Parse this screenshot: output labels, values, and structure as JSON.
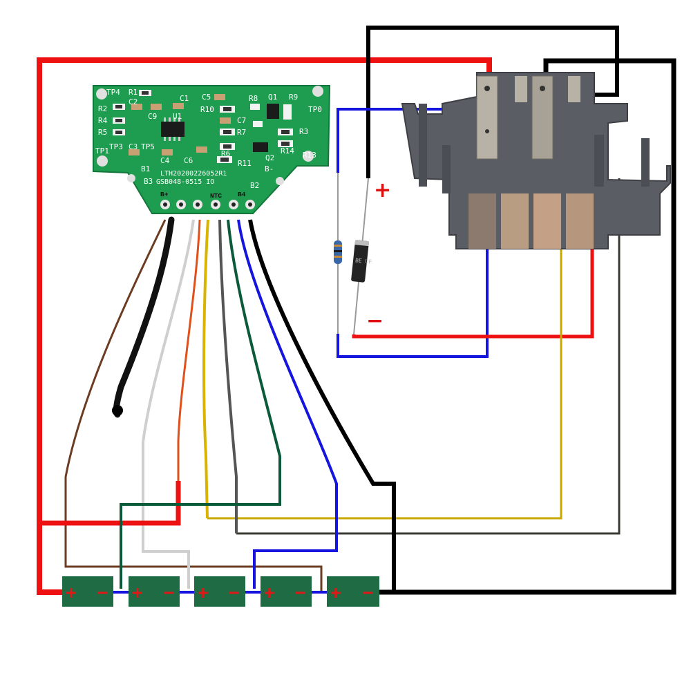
{
  "pcb": {
    "silkscreen": {
      "TP4": "TP4",
      "R1": "R1",
      "C2": "C2",
      "R2": "R2",
      "R4": "R4",
      "R5": "R5",
      "C9": "C9",
      "C1": "C1",
      "U1": "U1",
      "C5": "C5",
      "R10": "R10",
      "R8": "R8",
      "Q1": "Q1",
      "R9": "R9",
      "TP0": "TP0",
      "C7": "C7",
      "R7": "R7",
      "R3": "R3",
      "TP1": "TP1",
      "TP3": "TP3",
      "C3": "C3",
      "TP5": "TP5",
      "C4": "C4",
      "C6": "C6",
      "R6": "R6",
      "Q2": "Q2",
      "R14": "R14",
      "R13": "R13",
      "R11": "R11",
      "B1": "B1",
      "B_minus": "B-",
      "B3": "B3",
      "B2": "B2",
      "B_plus": "B+",
      "NTC": "NTC",
      "B4": "B4",
      "part_line1": "LTH20200226052R1",
      "part_line2": "GSB048-0515 IO"
    }
  },
  "terminal_block": {
    "plus_sign": "+",
    "minus_sign": "−"
  },
  "diode": {
    "marking": "BE UF"
  },
  "cells": [
    {
      "plus": "+",
      "minus": "−"
    },
    {
      "plus": "+",
      "minus": "−"
    },
    {
      "plus": "+",
      "minus": "−"
    },
    {
      "plus": "+",
      "minus": "−"
    },
    {
      "plus": "+",
      "minus": "−"
    }
  ],
  "colors": {
    "red": "#ee1111",
    "black": "#000000",
    "blue": "#1515dd",
    "brown": "#6b3b22",
    "white": "#d0d0d0",
    "orange": "#e0501a",
    "yellow": "#d8b300",
    "gray": "#555555",
    "green": "#0b5a3a",
    "pcb": "#1e9d50",
    "cell": "#1f6b43",
    "connector": "#5a5d63"
  }
}
